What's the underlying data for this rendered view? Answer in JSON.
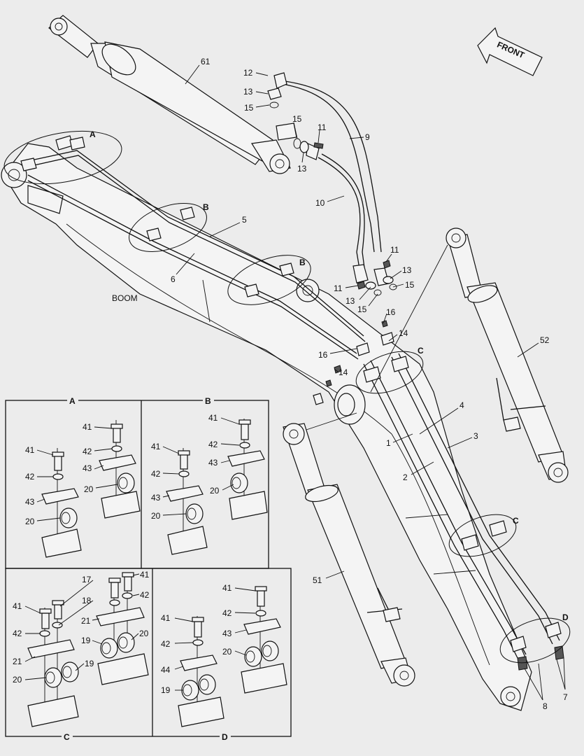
{
  "diagram": {
    "boom_label": "BOOM",
    "front_label": "FRONT",
    "callouts": {
      "c61": "61",
      "c12": "12",
      "c13a": "13",
      "c15a": "15",
      "c15b": "15",
      "c11a": "11",
      "c9": "9",
      "c13b": "13",
      "c10": "10",
      "c11b": "11",
      "c13c": "13",
      "c11c": "11",
      "c15c": "15",
      "c13d": "13",
      "c15d": "15",
      "c16a": "16",
      "c14a": "14",
      "c16b": "16",
      "c14b": "14",
      "c5": "5",
      "c6": "6",
      "c52": "52",
      "c4": "4",
      "c3": "3",
      "c1": "1",
      "c2": "2",
      "c51": "51",
      "c8": "8",
      "c7": "7"
    },
    "detail_refs": {
      "A_main": "A",
      "B_main1": "B",
      "B_main2": "B",
      "C_main1": "C",
      "C_main2": "C",
      "D_main": "D"
    },
    "panels": {
      "A": {
        "title": "A",
        "labels": {
          "l41a": "41",
          "l42a": "42",
          "l43a": "43",
          "l20a": "20",
          "l41b": "41",
          "l42b": "42",
          "l43b": "43",
          "l20b": "20"
        }
      },
      "B": {
        "title": "B",
        "labels": {
          "l41a": "41",
          "l42a": "42",
          "l43a": "43",
          "l20a": "20",
          "l41b": "41",
          "l42b": "42",
          "l43b": "43",
          "l20b": "20"
        }
      },
      "C": {
        "title": "C",
        "labels": {
          "l41": "41",
          "l42": "42",
          "l21a": "21",
          "l20a": "20",
          "l19a": "19",
          "l17": "17",
          "l18": "18",
          "l21b": "21",
          "l19b": "19",
          "l20b": "20",
          "l41b": "41",
          "l42b": "42"
        }
      },
      "D": {
        "title": "D",
        "labels": {
          "l41a": "41",
          "l42a": "42",
          "l44": "44",
          "l19": "19",
          "l41b": "41",
          "l42b": "42",
          "l43": "43",
          "l20": "20"
        }
      }
    }
  }
}
